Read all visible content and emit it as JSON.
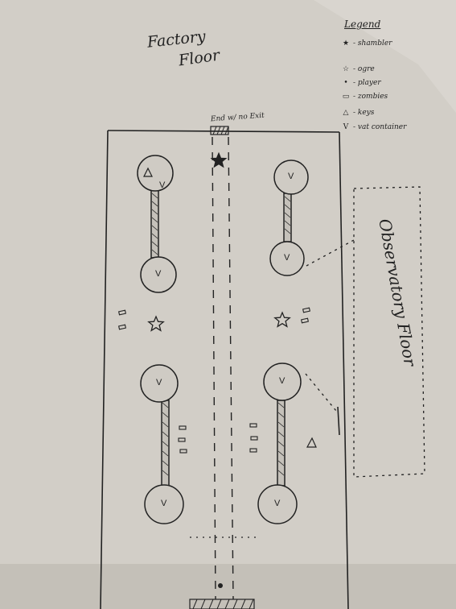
{
  "title": {
    "line1": "Factory",
    "line2": "Floor"
  },
  "legend": {
    "title": "Legend",
    "items": [
      {
        "symbol": "★",
        "label": "- shambler"
      },
      {
        "symbol": "☆",
        "label": "- ogre"
      },
      {
        "symbol": "•",
        "label": "- player"
      },
      {
        "symbol": "▭",
        "label": "- zombies"
      },
      {
        "symbol": "△",
        "label": "- keys"
      },
      {
        "symbol": "V",
        "label": "- vat container"
      }
    ]
  },
  "map": {
    "end_label": "End w/ no Exit",
    "observatory_label": "Observatory Floor",
    "vat_letter": "V"
  },
  "colors": {
    "ink": "#222222",
    "paper": "#d6d2cc"
  }
}
